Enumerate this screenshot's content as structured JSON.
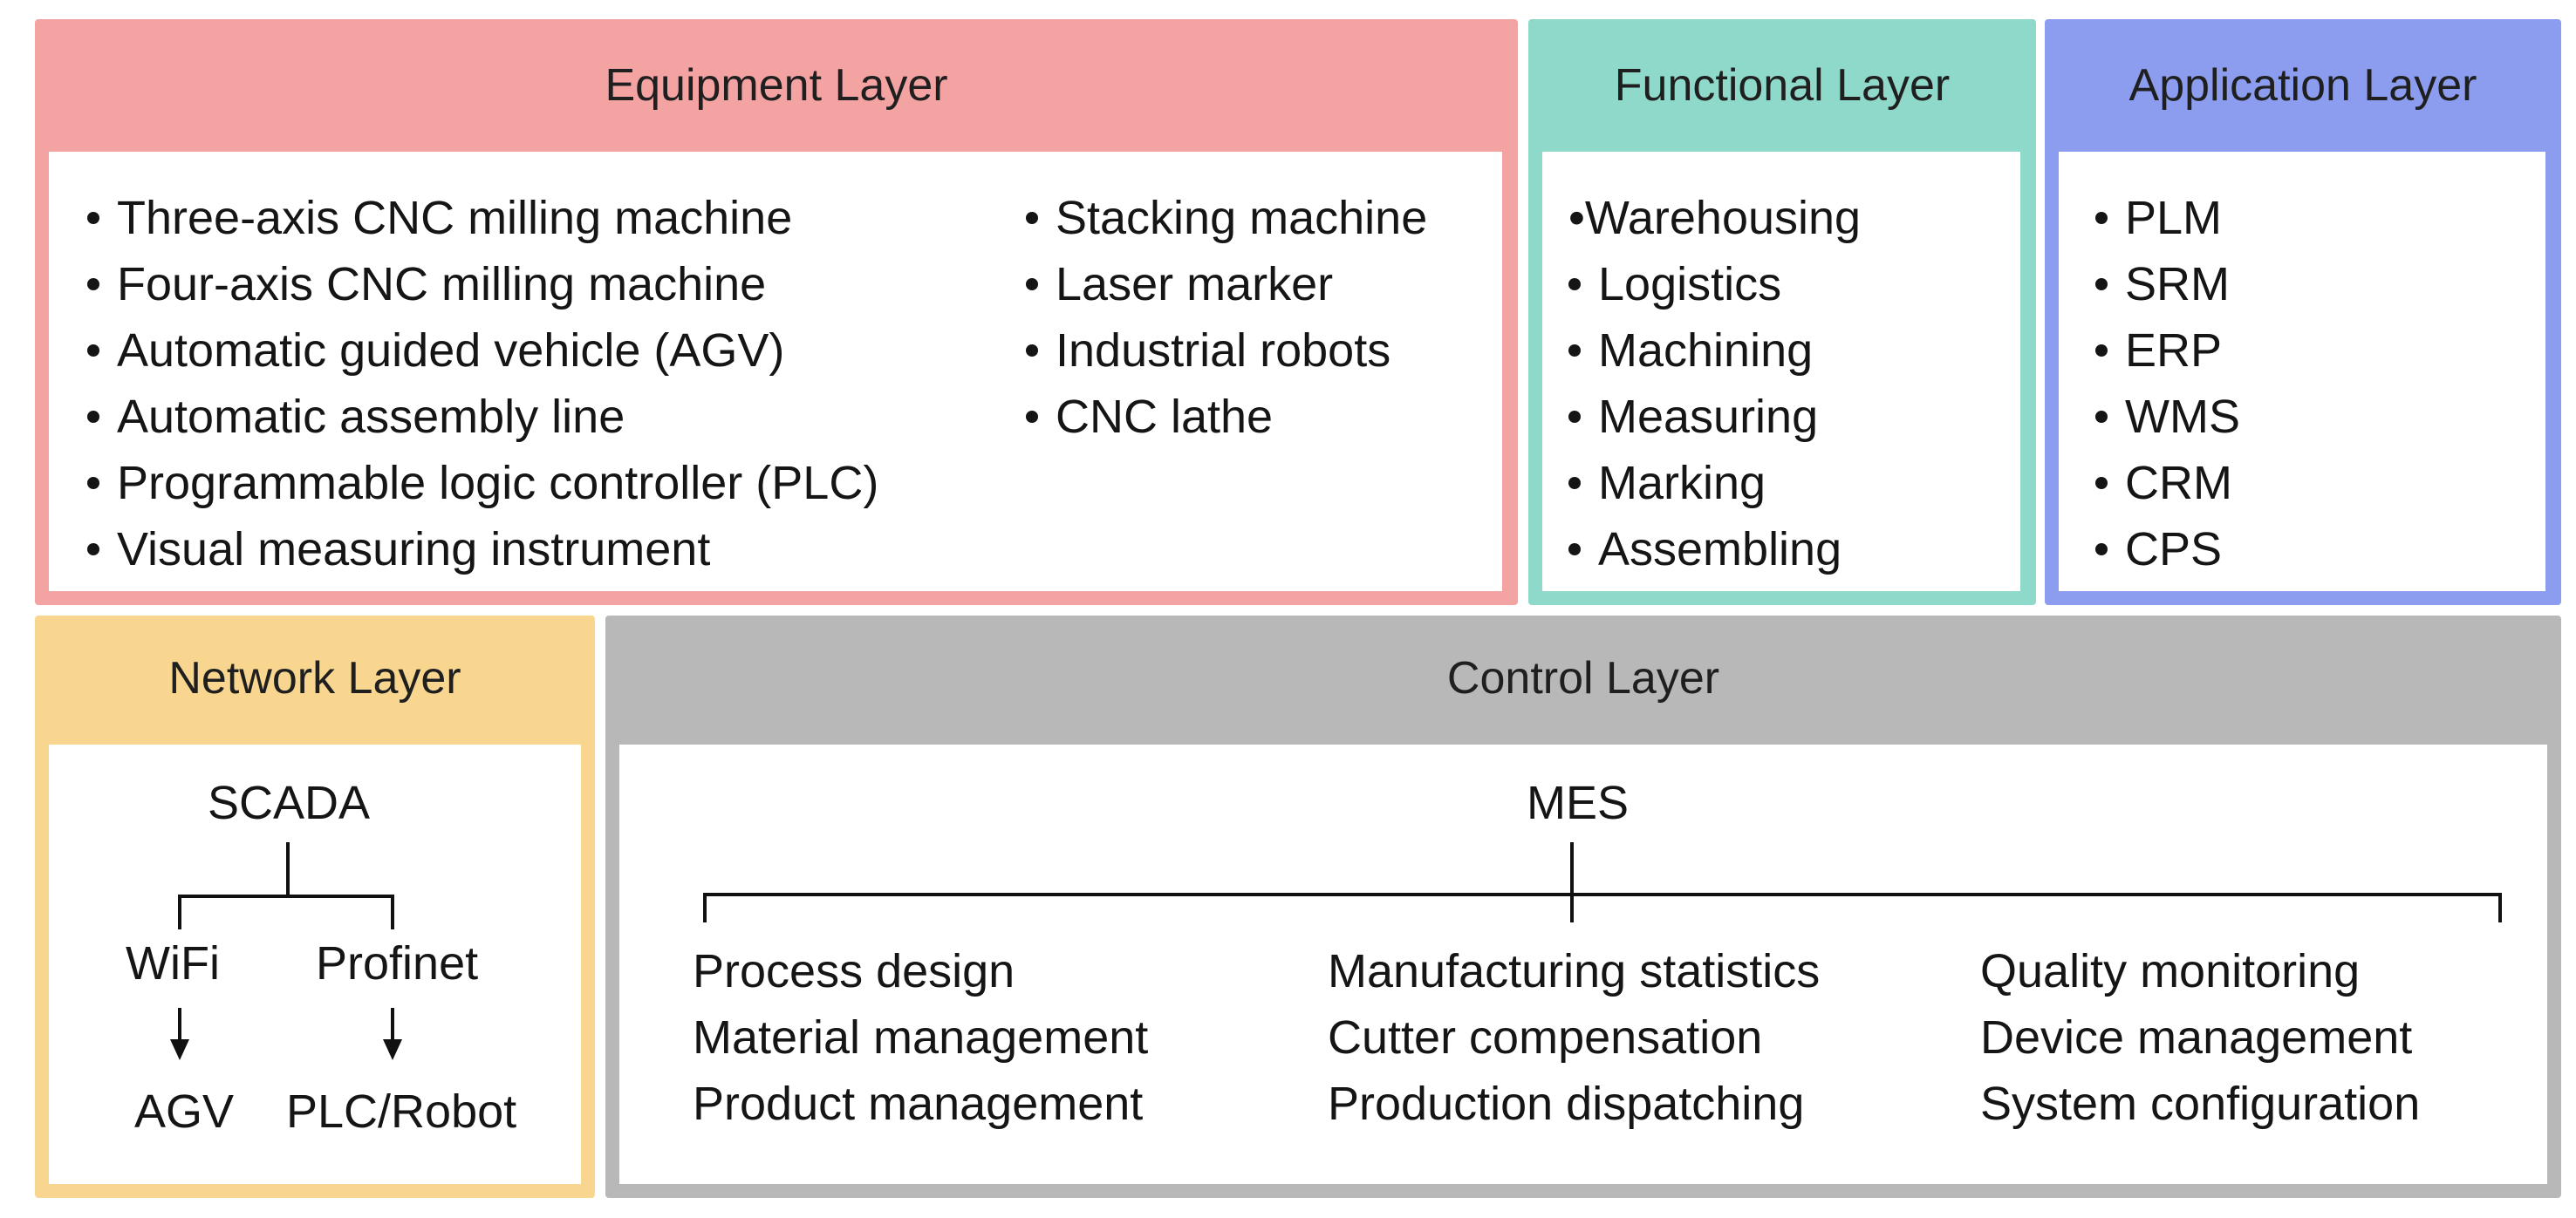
{
  "equipment": {
    "title": "Equipment Layer",
    "color": "#f4a3a3",
    "col1": [
      "Three-axis CNC milling machine",
      "Four-axis CNC milling machine",
      "Automatic guided vehicle (AGV)",
      "Automatic assembly line",
      "Programmable logic controller (PLC)",
      "Visual measuring instrument"
    ],
    "col2": [
      "Stacking machine",
      "Laser marker",
      "Industrial robots",
      "CNC lathe"
    ]
  },
  "functional": {
    "title": "Functional Layer",
    "color": "#8fd9cb",
    "items": [
      "•Warehousing",
      "Logistics",
      "Machining",
      "Measuring",
      "Marking",
      "Assembling"
    ]
  },
  "application": {
    "title": "Application Layer",
    "color": "#8c9df0",
    "items": [
      "PLM",
      "SRM",
      "ERP",
      "WMS",
      "CRM",
      "CPS"
    ]
  },
  "network": {
    "title": "Network Layer",
    "color": "#f8d690",
    "root": "SCADA",
    "left_branch": "WiFi",
    "right_branch": "Profinet",
    "left_target": "AGV",
    "right_target": "PLC/Robot"
  },
  "control": {
    "title": "Control Layer",
    "color": "#b8b8b8",
    "root": "MES",
    "columns": [
      [
        "Process design",
        "Material management",
        "Product management"
      ],
      [
        "Manufacturing statistics",
        "Cutter compensation",
        "Production dispatching"
      ],
      [
        "Quality monitoring",
        "Device management",
        "System configuration"
      ]
    ]
  }
}
